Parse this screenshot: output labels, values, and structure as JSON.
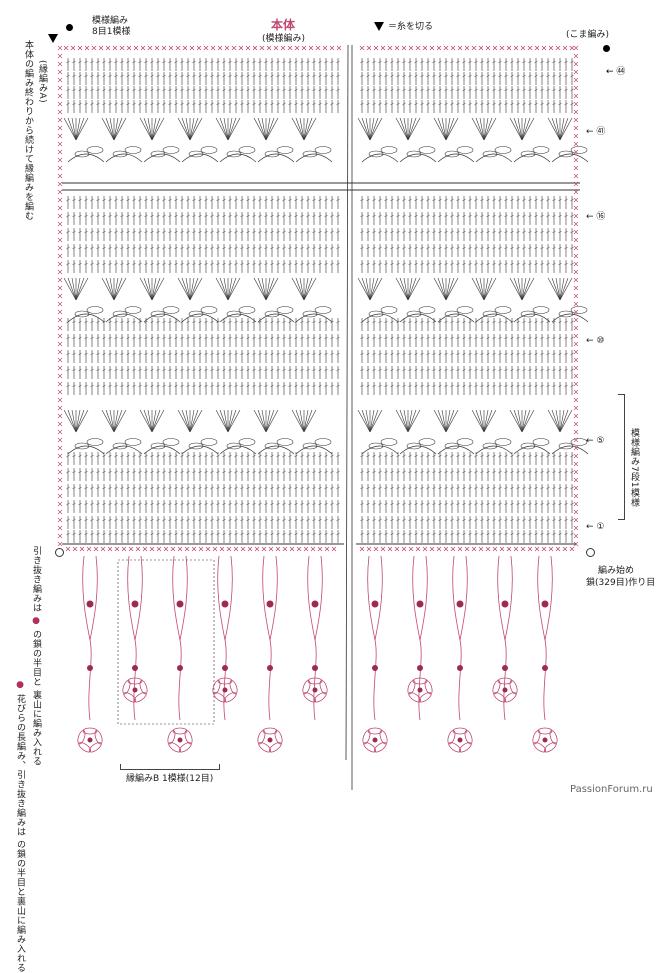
{
  "title": "本体",
  "subtitle": "(模様編み)",
  "top_left_note_line1": "模様編み",
  "top_left_note_line2": "8目1模様",
  "cut_note": "＝糸を切る",
  "koma_note": "(こま編み)",
  "left_vertical_note_1": "本体の編み終わりから続けて縁編みを編む",
  "left_vertical_note_2": "(縁編みA)",
  "right_bracket_note": "模様編み7段1模様",
  "start_note_line1": "編み始め",
  "start_note_line2": "鎖(329目)作り目",
  "slip_note_line1": "引き抜き編みは",
  "slip_note_line2": "の鎖の半目と",
  "slip_note_line3": "裏山に編み入れる",
  "petal_note_line1": "花びらの長編み、引き抜き編みは",
  "petal_note_line2": "の鎖の半目と裏山に編み入れる",
  "bottom_note": "縁編みB 1模様(12目)",
  "row_numbers": [
    "㊹",
    "㊶",
    "⑯",
    "⑩",
    "⑤",
    "①"
  ],
  "watermark": "PassionForum.ru",
  "colors": {
    "main_line": "#333333",
    "accent_pink": "#c0476e",
    "pink_fill": "#9c2a55"
  }
}
